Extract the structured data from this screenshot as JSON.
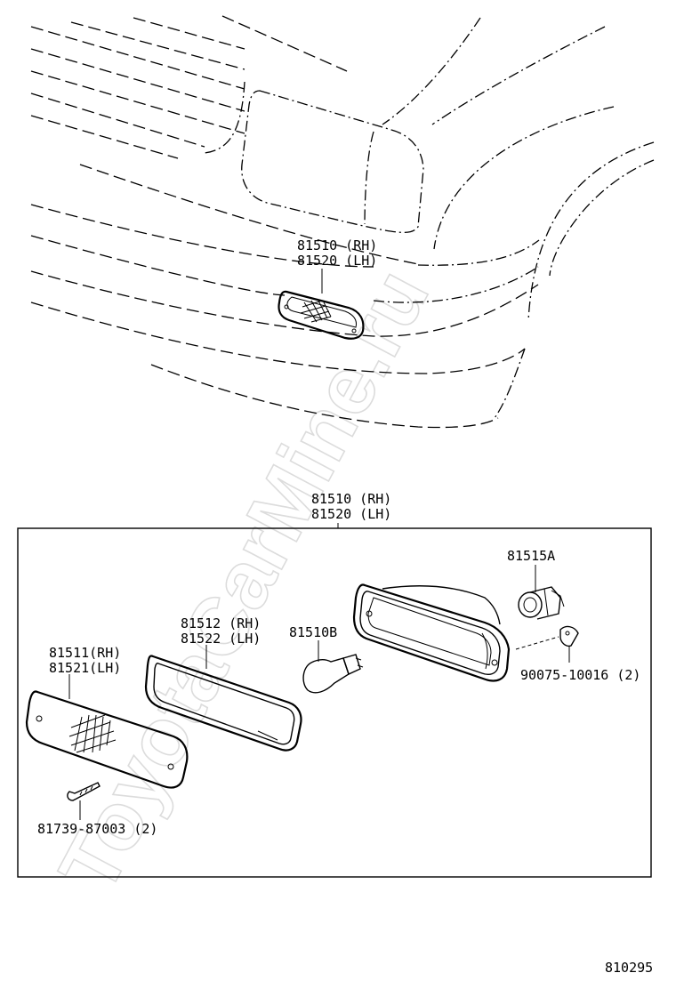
{
  "watermark": "ToyotaCarMine.ru",
  "diagram_code": "810295",
  "assembly": {
    "top_label": [
      "81510 (RH)",
      "81520 (LH)"
    ],
    "box_label": [
      "81510 (RH)",
      "81520 (LH)"
    ]
  },
  "parts": {
    "lens": [
      "81511(RH)",
      "81521(LH)"
    ],
    "gasket": [
      "81512 (RH)",
      "81522 (LH)"
    ],
    "bulb": "81510B",
    "socket": "81515A",
    "clip": "90075-10016 (2)",
    "screw": "81739-87003 (2)"
  }
}
